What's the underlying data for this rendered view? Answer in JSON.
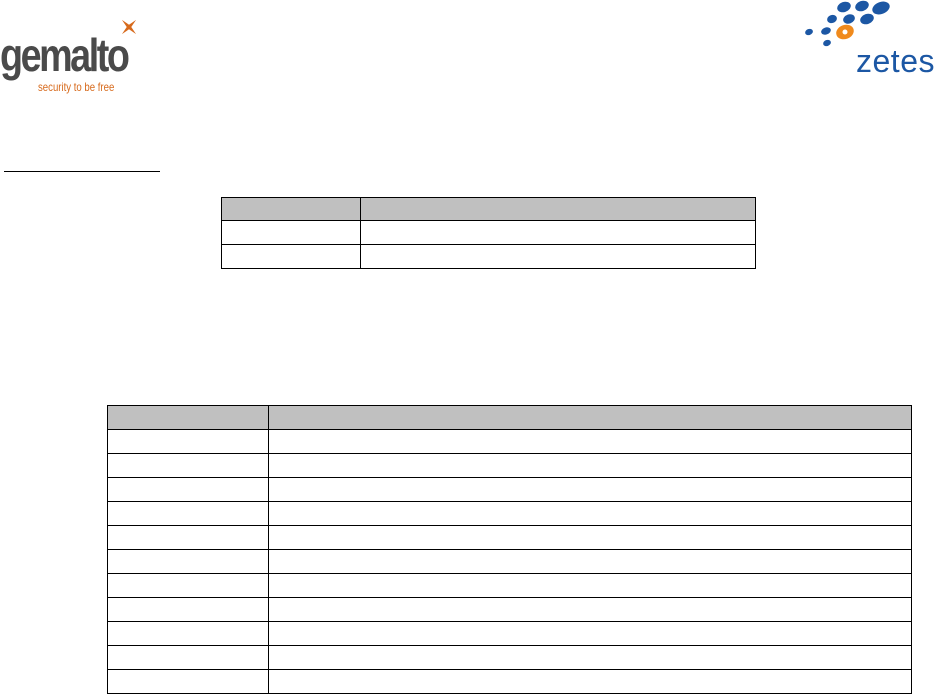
{
  "header": {
    "gemalto_logo": {
      "wordmark": "gemalto",
      "tagline": "security to be free",
      "colors": {
        "wordmark": "#4a4a4a",
        "accent": "#d76a1c"
      }
    },
    "zetes_logo": {
      "wordmark": "zetes",
      "colors": {
        "wordmark": "#1c57a4",
        "dot_accent": "#f08a1c"
      }
    }
  },
  "heading": {
    "text": ""
  },
  "table_1": {
    "header_fill": "#c0c0c0",
    "columns": [
      "",
      ""
    ],
    "rows": [
      [
        "",
        ""
      ],
      [
        "",
        ""
      ]
    ]
  },
  "table_2": {
    "header_fill": "#c0c0c0",
    "columns": [
      "",
      ""
    ],
    "rows": [
      [
        "",
        ""
      ],
      [
        "",
        ""
      ],
      [
        "",
        ""
      ],
      [
        "",
        ""
      ],
      [
        "",
        ""
      ],
      [
        "",
        ""
      ],
      [
        "",
        ""
      ],
      [
        "",
        ""
      ],
      [
        "",
        ""
      ],
      [
        "",
        ""
      ],
      [
        "",
        ""
      ]
    ]
  }
}
